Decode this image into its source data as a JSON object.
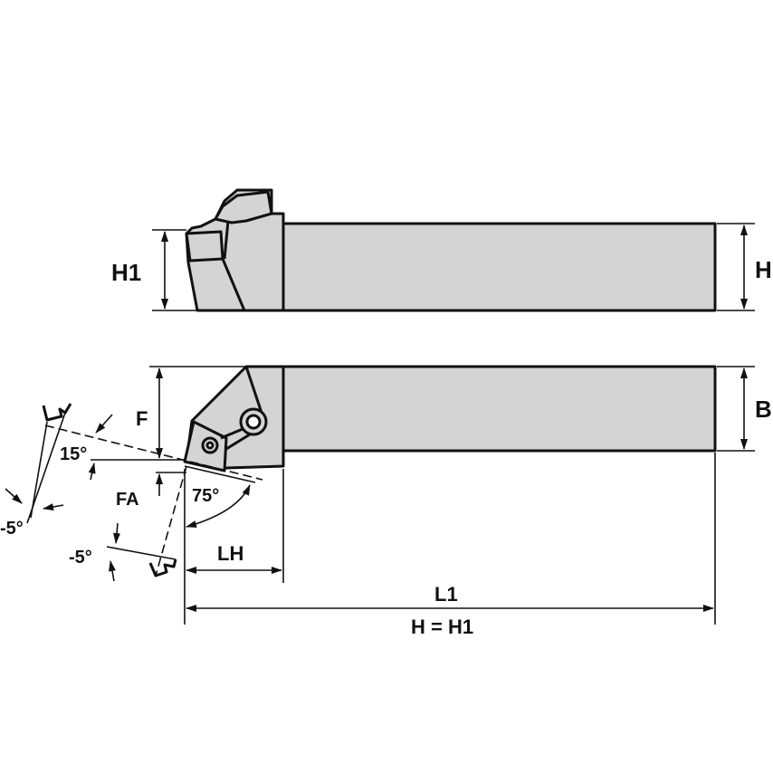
{
  "labels": {
    "h1_left": "H1",
    "h_right": "H",
    "b_right": "B",
    "f": "F",
    "fa": "FA",
    "angle_15": "15°",
    "angle_75": "75°",
    "angle_neg5_top": "-5°",
    "angle_neg5_bottom": "-5°",
    "lh": "LH",
    "l1": "L1",
    "h_eq_h1": "H = H1"
  },
  "colors": {
    "body_fill": "#d4d4d4",
    "line": "#111111",
    "background": "#ffffff"
  }
}
